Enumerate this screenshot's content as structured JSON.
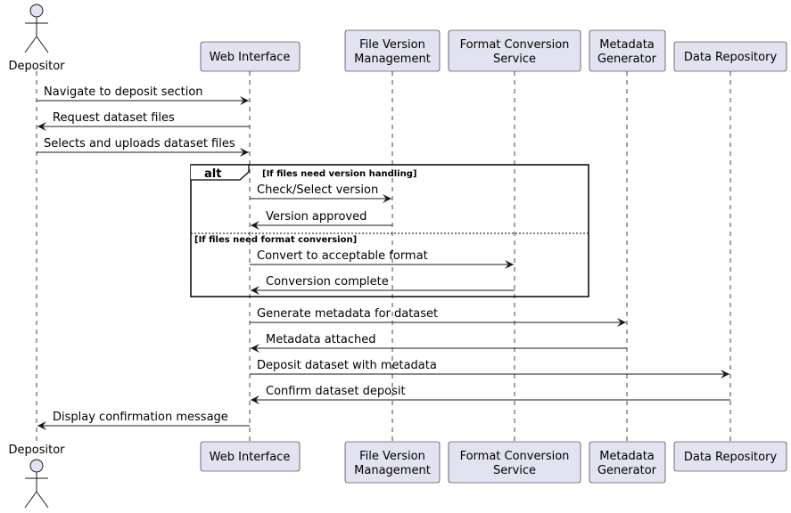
{
  "colors": {
    "participant_fill": "#E2E2F0",
    "participant_border": "#181818",
    "lifeline": "#181818",
    "arrow": "#181818",
    "fragment_border": "#000000",
    "background": "#FFFFFF"
  },
  "participants": [
    {
      "id": "depositor",
      "kind": "actor",
      "lines": [
        "Depositor"
      ]
    },
    {
      "id": "web",
      "kind": "participant",
      "lines": [
        "Web Interface"
      ]
    },
    {
      "id": "fvm",
      "kind": "participant",
      "lines": [
        "File Version",
        "Management"
      ]
    },
    {
      "id": "fcs",
      "kind": "participant",
      "lines": [
        "Format Conversion",
        "Service"
      ]
    },
    {
      "id": "meta",
      "kind": "participant",
      "lines": [
        "Metadata",
        "Generator"
      ]
    },
    {
      "id": "repo",
      "kind": "participant",
      "lines": [
        "Data Repository"
      ]
    }
  ],
  "messages": [
    {
      "from": "depositor",
      "to": "web",
      "label": "Navigate to deposit section"
    },
    {
      "from": "web",
      "to": "depositor",
      "label": "Request dataset files"
    },
    {
      "from": "depositor",
      "to": "web",
      "label": "Selects and uploads dataset files"
    },
    {
      "from": "web",
      "to": "fvm",
      "label": "Check/Select version"
    },
    {
      "from": "fvm",
      "to": "web",
      "label": "Version approved"
    },
    {
      "from": "web",
      "to": "fcs",
      "label": "Convert to acceptable format"
    },
    {
      "from": "fcs",
      "to": "web",
      "label": "Conversion complete"
    },
    {
      "from": "web",
      "to": "meta",
      "label": "Generate metadata for dataset"
    },
    {
      "from": "meta",
      "to": "web",
      "label": "Metadata attached"
    },
    {
      "from": "web",
      "to": "repo",
      "label": "Deposit dataset with metadata"
    },
    {
      "from": "repo",
      "to": "web",
      "label": "Confirm dataset deposit"
    },
    {
      "from": "web",
      "to": "depositor",
      "label": "Display confirmation message"
    }
  ],
  "fragment": {
    "keyword": "alt",
    "conditions": [
      "[If files need version handling]",
      "[If files need format conversion]"
    ]
  }
}
